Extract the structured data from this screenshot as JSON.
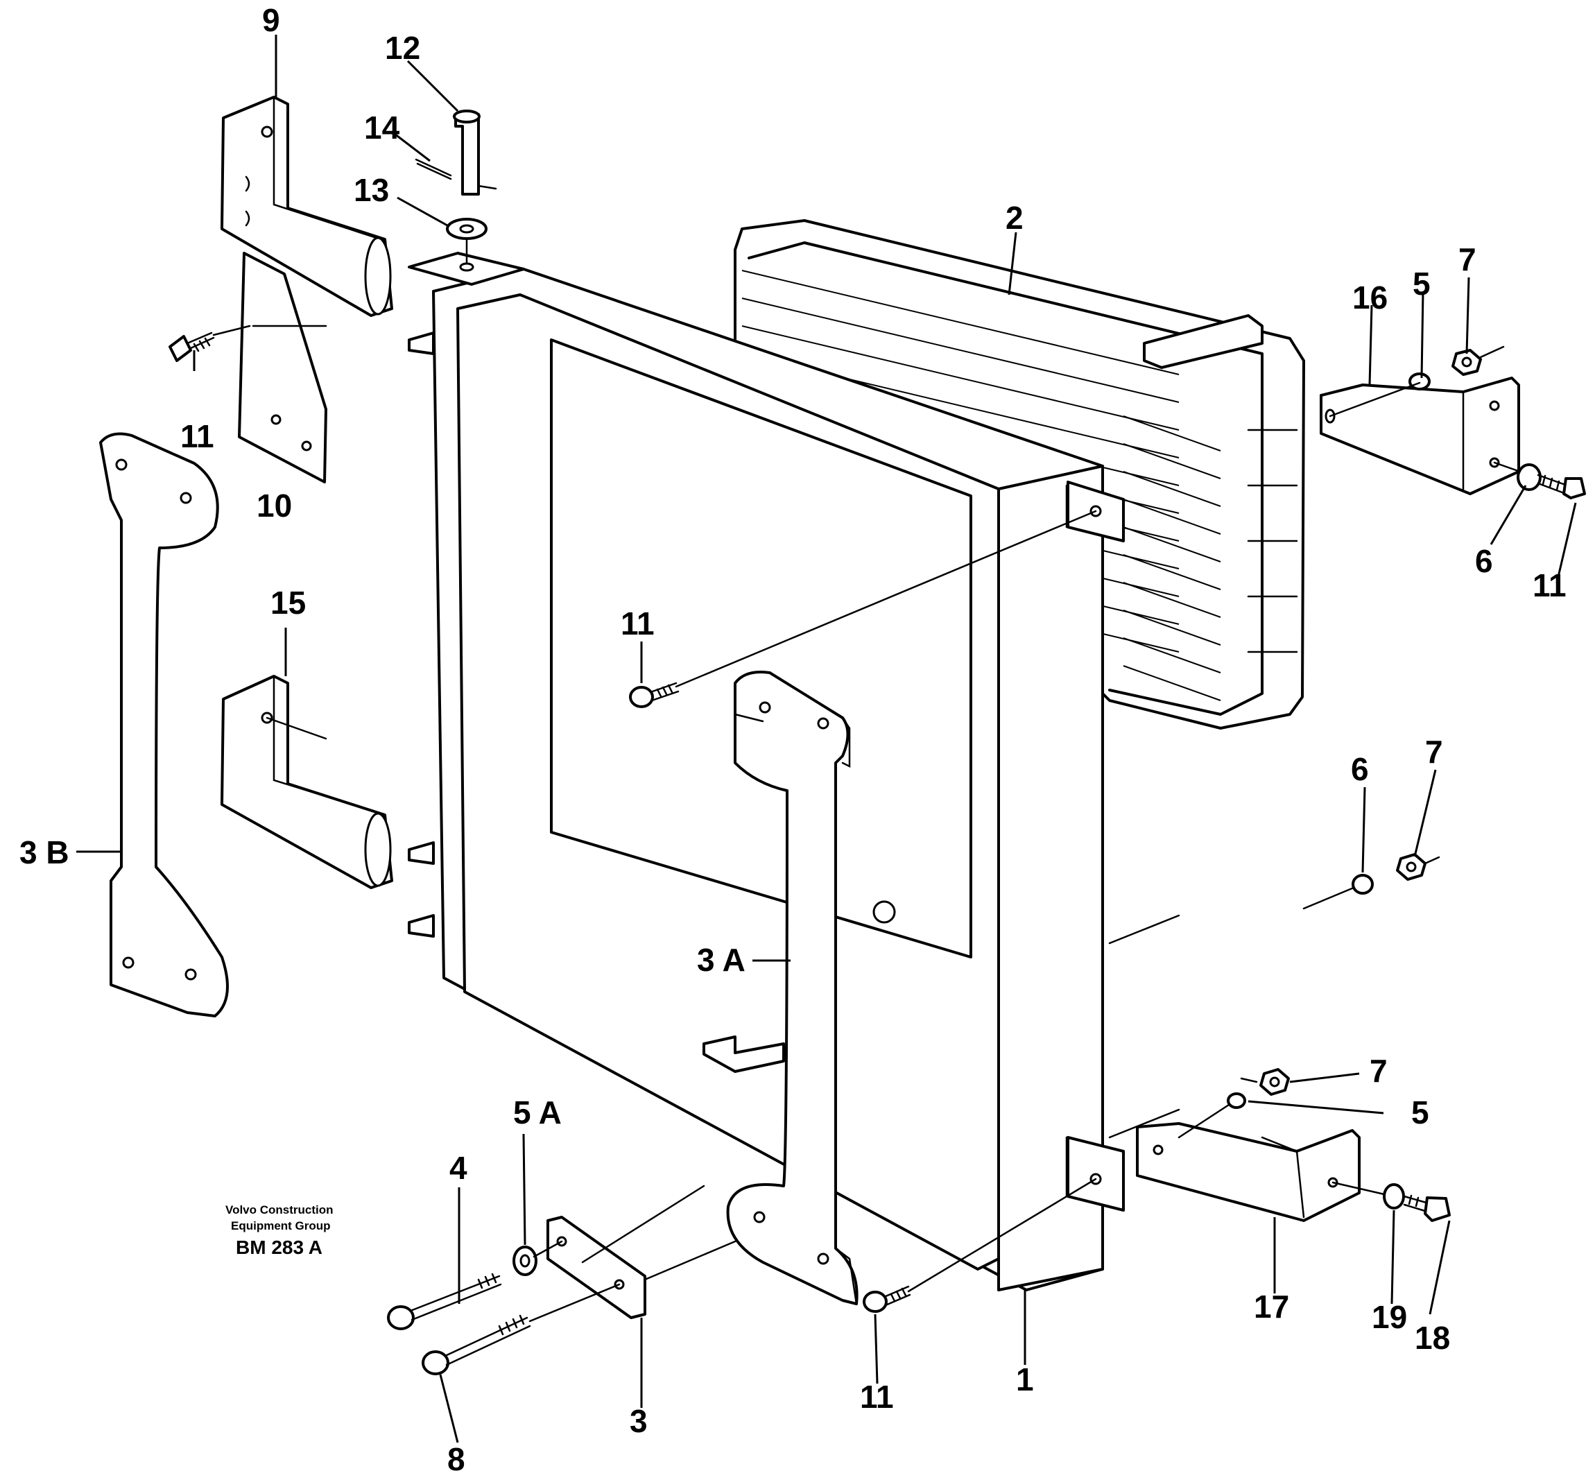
{
  "callouts": {
    "c9": "9",
    "c12": "12",
    "c14": "14",
    "c13": "13",
    "c2": "2",
    "c16": "16",
    "c5_top": "5",
    "c7_top": "7",
    "c11_top_left": "11",
    "c10": "10",
    "c6_right": "6",
    "c11_right": "11",
    "c15": "15",
    "c11_center": "11",
    "c3B": "3 B",
    "c3A": "3 A",
    "c6_mid": "6",
    "c7_mid": "7",
    "c7_low": "7",
    "c5_low": "5",
    "c5A": "5 A",
    "c4": "4",
    "c17": "17",
    "c19": "19",
    "c18": "18",
    "c1": "1",
    "c11_bottom": "11",
    "c8": "8",
    "c3": "3"
  },
  "caption": {
    "line1": "Volvo Construction",
    "line2": "Equipment Group",
    "code": "BM 283 A"
  }
}
